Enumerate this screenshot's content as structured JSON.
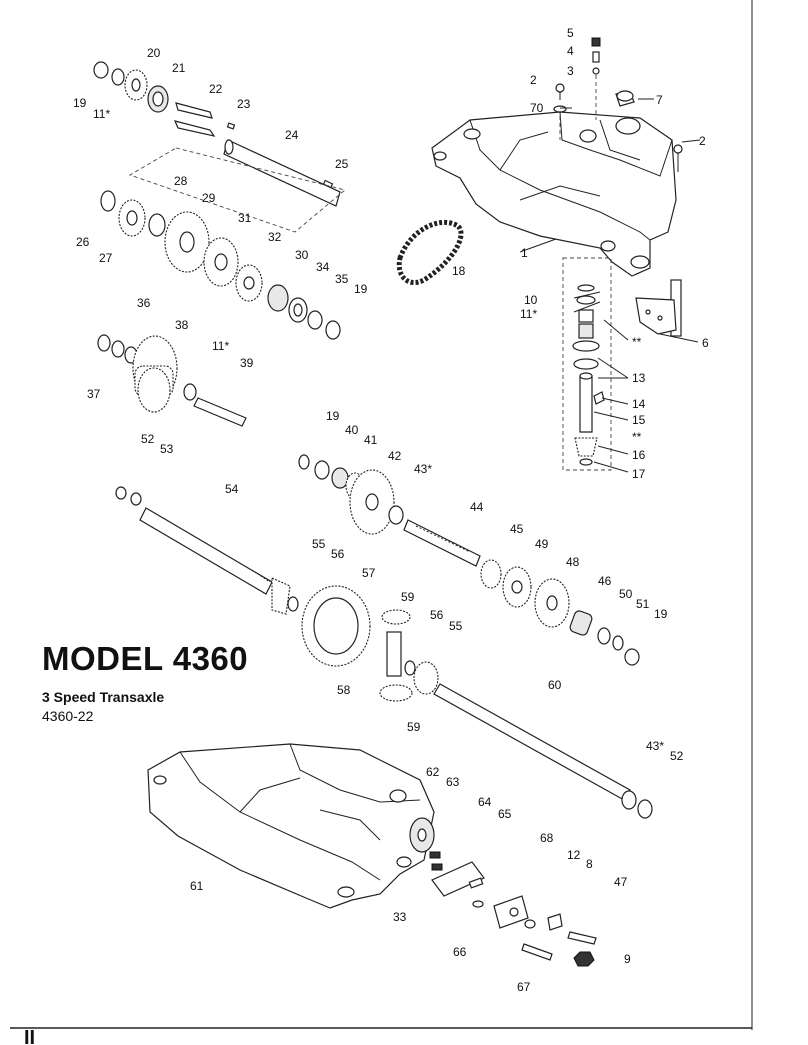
{
  "title": {
    "model": "MODEL 4360",
    "subtitle": "3 Speed Transaxle",
    "code": "4360-22"
  },
  "footer": {
    "mark": "II"
  },
  "labels": [
    {
      "id": "l20",
      "text": "20"
    },
    {
      "id": "l21",
      "text": "21"
    },
    {
      "id": "l19a",
      "text": "19"
    },
    {
      "id": "l11a",
      "text": "11*"
    },
    {
      "id": "l22",
      "text": "22"
    },
    {
      "id": "l23",
      "text": "23"
    },
    {
      "id": "l24",
      "text": "24"
    },
    {
      "id": "l25",
      "text": "25"
    },
    {
      "id": "l28",
      "text": "28"
    },
    {
      "id": "l29",
      "text": "29"
    },
    {
      "id": "l31",
      "text": "31"
    },
    {
      "id": "l26",
      "text": "26"
    },
    {
      "id": "l27",
      "text": "27"
    },
    {
      "id": "l32",
      "text": "32"
    },
    {
      "id": "l30",
      "text": "30"
    },
    {
      "id": "l34",
      "text": "34"
    },
    {
      "id": "l35",
      "text": "35"
    },
    {
      "id": "l19b",
      "text": "19"
    },
    {
      "id": "l36",
      "text": "36"
    },
    {
      "id": "l38",
      "text": "38"
    },
    {
      "id": "l11b",
      "text": "11*"
    },
    {
      "id": "l39",
      "text": "39"
    },
    {
      "id": "l37",
      "text": "37"
    },
    {
      "id": "l52a",
      "text": "52"
    },
    {
      "id": "l53",
      "text": "53"
    },
    {
      "id": "l5",
      "text": "5"
    },
    {
      "id": "l4",
      "text": "4"
    },
    {
      "id": "l3",
      "text": "3"
    },
    {
      "id": "l2a",
      "text": "2"
    },
    {
      "id": "l70",
      "text": "70"
    },
    {
      "id": "l7",
      "text": "7"
    },
    {
      "id": "l2b",
      "text": "2"
    },
    {
      "id": "l1",
      "text": "1"
    },
    {
      "id": "l18",
      "text": "18"
    },
    {
      "id": "l10",
      "text": "10"
    },
    {
      "id": "l11c",
      "text": "11*"
    },
    {
      "id": "l6",
      "text": "6"
    },
    {
      "id": "lss1",
      "text": "**"
    },
    {
      "id": "l13",
      "text": "13"
    },
    {
      "id": "l14",
      "text": "14"
    },
    {
      "id": "l15",
      "text": "15"
    },
    {
      "id": "lss2",
      "text": "**"
    },
    {
      "id": "l16",
      "text": "16"
    },
    {
      "id": "l17",
      "text": "17"
    },
    {
      "id": "l19c",
      "text": "19"
    },
    {
      "id": "l40",
      "text": "40"
    },
    {
      "id": "l41",
      "text": "41"
    },
    {
      "id": "l42",
      "text": "42"
    },
    {
      "id": "l43a",
      "text": "43*"
    },
    {
      "id": "l54",
      "text": "54"
    },
    {
      "id": "l44",
      "text": "44"
    },
    {
      "id": "l45",
      "text": "45"
    },
    {
      "id": "l49",
      "text": "49"
    },
    {
      "id": "l55a",
      "text": "55"
    },
    {
      "id": "l56a",
      "text": "56"
    },
    {
      "id": "l57",
      "text": "57"
    },
    {
      "id": "l48",
      "text": "48"
    },
    {
      "id": "l46",
      "text": "46"
    },
    {
      "id": "l50",
      "text": "50"
    },
    {
      "id": "l51",
      "text": "51"
    },
    {
      "id": "l19d",
      "text": "19"
    },
    {
      "id": "l59a",
      "text": "59"
    },
    {
      "id": "l56b",
      "text": "56"
    },
    {
      "id": "l55b",
      "text": "55"
    },
    {
      "id": "l60",
      "text": "60"
    },
    {
      "id": "l58",
      "text": "58"
    },
    {
      "id": "l59b",
      "text": "59"
    },
    {
      "id": "l43b",
      "text": "43*"
    },
    {
      "id": "l52b",
      "text": "52"
    },
    {
      "id": "l62",
      "text": "62"
    },
    {
      "id": "l63",
      "text": "63"
    },
    {
      "id": "l64",
      "text": "64"
    },
    {
      "id": "l65",
      "text": "65"
    },
    {
      "id": "l68",
      "text": "68"
    },
    {
      "id": "l12",
      "text": "12"
    },
    {
      "id": "l8",
      "text": "8"
    },
    {
      "id": "l47",
      "text": "47"
    },
    {
      "id": "l61",
      "text": "61"
    },
    {
      "id": "l33",
      "text": "33"
    },
    {
      "id": "l66",
      "text": "66"
    },
    {
      "id": "l9",
      "text": "9"
    },
    {
      "id": "l67",
      "text": "67"
    }
  ]
}
